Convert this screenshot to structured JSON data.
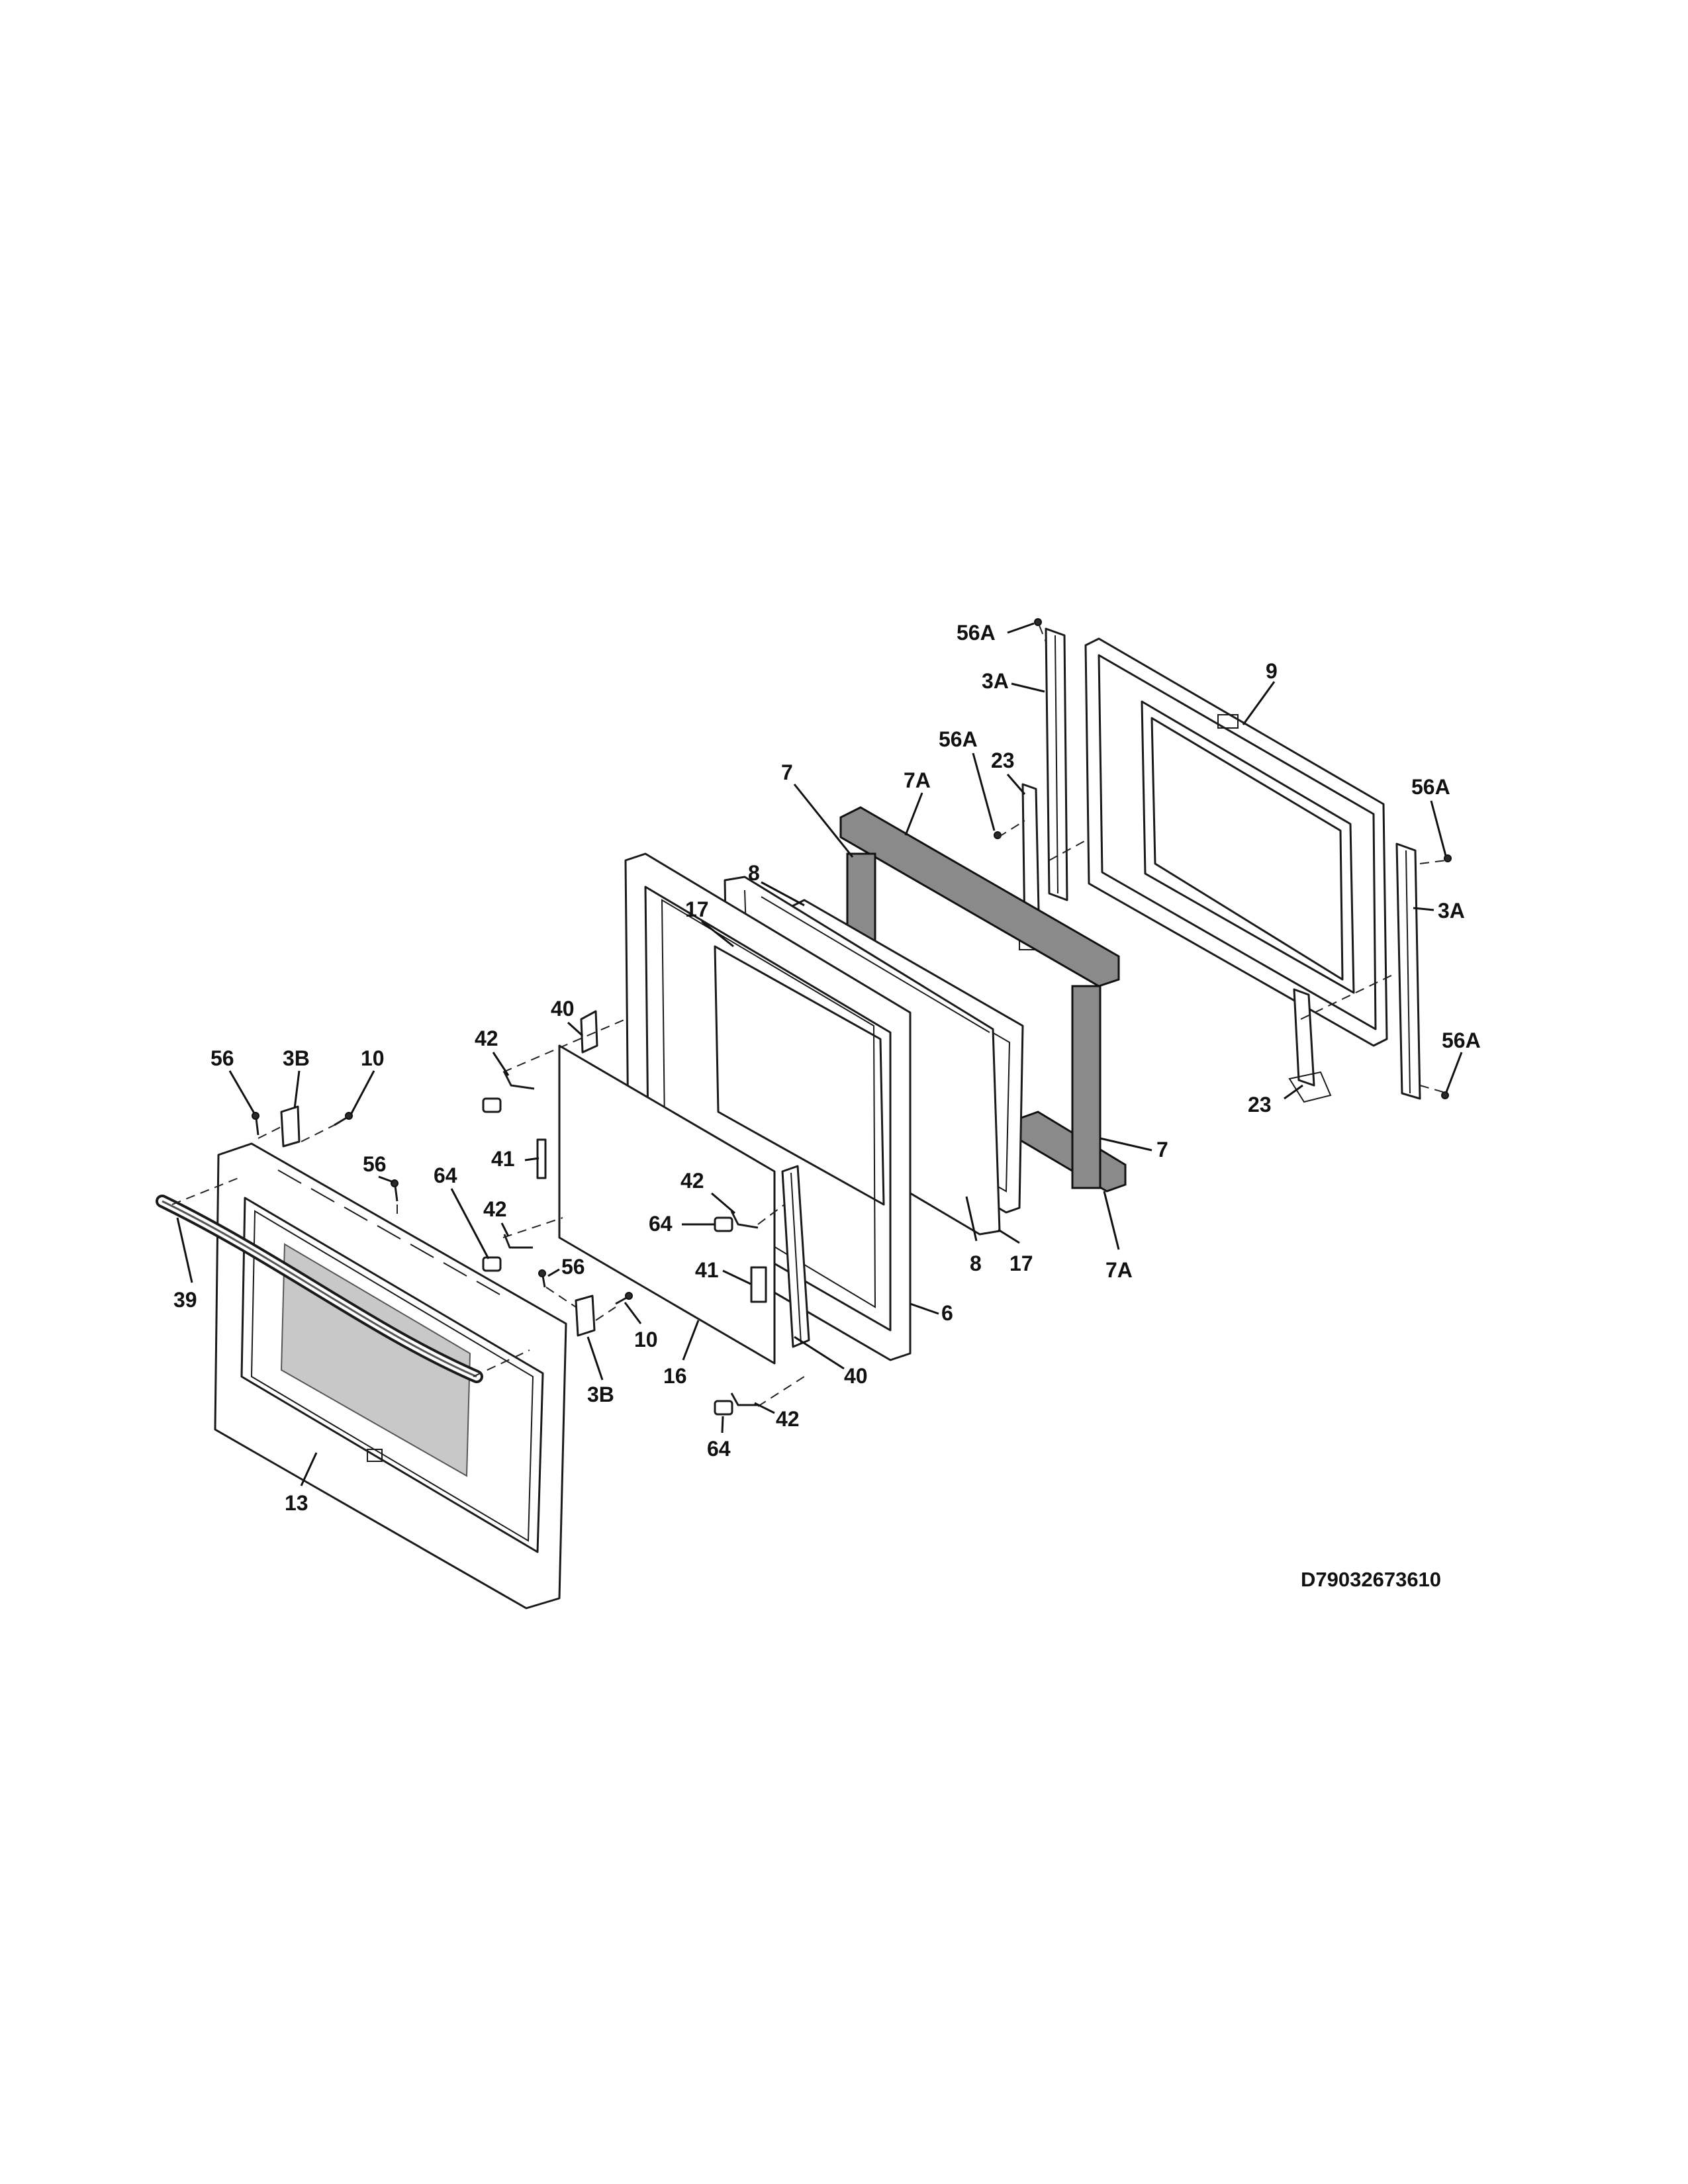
{
  "diagram_code": "D79032673610",
  "callouts": [
    {
      "id": "56A-top",
      "text": "56A"
    },
    {
      "id": "3A-left",
      "text": "3A"
    },
    {
      "id": "9",
      "text": "9"
    },
    {
      "id": "56A-mid",
      "text": "56A"
    },
    {
      "id": "23-top",
      "text": "23"
    },
    {
      "id": "7A-top",
      "text": "7A"
    },
    {
      "id": "7-top",
      "text": "7"
    },
    {
      "id": "56A-right-top",
      "text": "56A"
    },
    {
      "id": "3A-right",
      "text": "3A"
    },
    {
      "id": "8-top",
      "text": "8"
    },
    {
      "id": "17-top",
      "text": "17"
    },
    {
      "id": "56A-right-bottom",
      "text": "56A"
    },
    {
      "id": "7-right",
      "text": "7"
    },
    {
      "id": "23-bottom",
      "text": "23"
    },
    {
      "id": "40-top",
      "text": "40"
    },
    {
      "id": "42-top",
      "text": "42"
    },
    {
      "id": "56-left",
      "text": "56"
    },
    {
      "id": "3B-top",
      "text": "3B"
    },
    {
      "id": "10-top",
      "text": "10"
    },
    {
      "id": "56-mid",
      "text": "56"
    },
    {
      "id": "41-top",
      "text": "41"
    },
    {
      "id": "64-left",
      "text": "64"
    },
    {
      "id": "42-mid",
      "text": "42"
    },
    {
      "id": "42-right",
      "text": "42"
    },
    {
      "id": "64-mid",
      "text": "64"
    },
    {
      "id": "41-mid",
      "text": "41"
    },
    {
      "id": "8-bottom",
      "text": "8"
    },
    {
      "id": "17-bottom",
      "text": "17"
    },
    {
      "id": "7A-bottom",
      "text": "7A"
    },
    {
      "id": "6",
      "text": "6"
    },
    {
      "id": "39",
      "text": "39"
    },
    {
      "id": "56-bottom",
      "text": "56"
    },
    {
      "id": "10-bottom",
      "text": "10"
    },
    {
      "id": "16",
      "text": "16"
    },
    {
      "id": "40-bottom",
      "text": "40"
    },
    {
      "id": "3B-bottom",
      "text": "3B"
    },
    {
      "id": "42-bottom",
      "text": "42"
    },
    {
      "id": "64-bottom",
      "text": "64"
    },
    {
      "id": "13",
      "text": "13"
    }
  ]
}
